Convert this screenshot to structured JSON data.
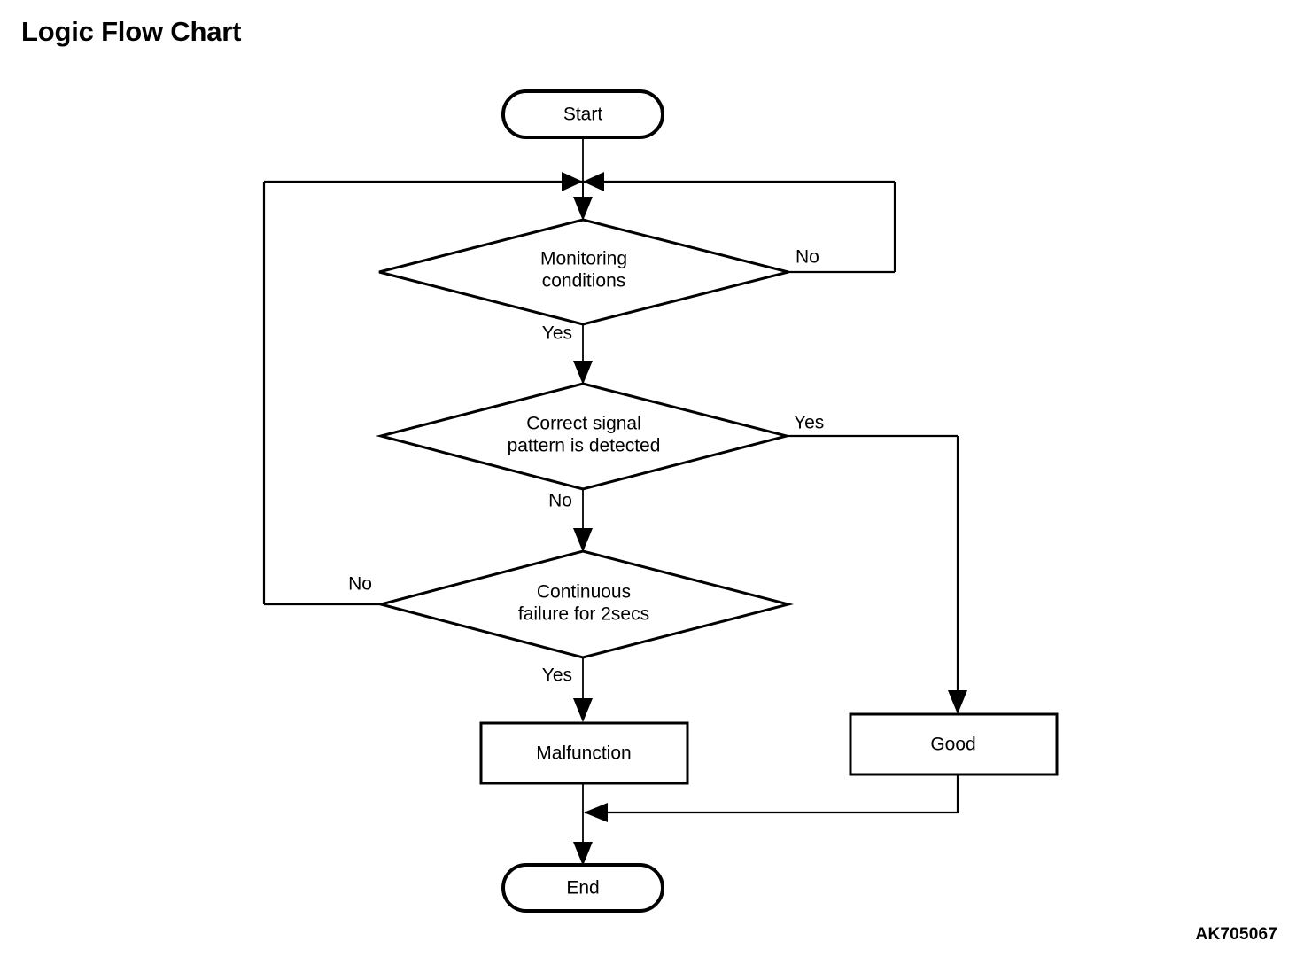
{
  "page": {
    "title": "Logic Flow Chart",
    "figure_code": "AK705067",
    "background_color": "#ffffff",
    "line_color": "#000000"
  },
  "chart_data": {
    "type": "diagram",
    "diagram_kind": "flowchart",
    "title": "Logic Flow Chart",
    "nodes": [
      {
        "id": "start",
        "shape": "terminator",
        "label": "Start"
      },
      {
        "id": "monitoring",
        "shape": "decision",
        "label": "Monitoring conditions",
        "line1": "Monitoring",
        "line2": "conditions"
      },
      {
        "id": "pattern",
        "shape": "decision",
        "label": "Correct signal pattern is detected",
        "line1": "Correct signal",
        "line2": "pattern is detected"
      },
      {
        "id": "continuous",
        "shape": "decision",
        "label": "Continuous failure for 2secs",
        "line1": "Continuous",
        "line2": "failure for 2secs"
      },
      {
        "id": "malfunction",
        "shape": "process",
        "label": "Malfunction"
      },
      {
        "id": "good",
        "shape": "process",
        "label": "Good"
      },
      {
        "id": "end",
        "shape": "terminator",
        "label": "End"
      }
    ],
    "edges": [
      {
        "from": "start",
        "to": "monitoring",
        "label": ""
      },
      {
        "from": "monitoring",
        "to": "monitoring",
        "label": "No",
        "direction": "right-loop-back"
      },
      {
        "from": "monitoring",
        "to": "pattern",
        "label": "Yes",
        "direction": "down"
      },
      {
        "from": "pattern",
        "to": "good",
        "label": "Yes",
        "direction": "right-then-down"
      },
      {
        "from": "pattern",
        "to": "continuous",
        "label": "No",
        "direction": "down"
      },
      {
        "from": "continuous",
        "to": "monitoring",
        "label": "No",
        "direction": "left-loop-back"
      },
      {
        "from": "continuous",
        "to": "malfunction",
        "label": "Yes",
        "direction": "down"
      },
      {
        "from": "malfunction",
        "to": "end",
        "label": "",
        "direction": "down"
      },
      {
        "from": "good",
        "to": "end",
        "label": "",
        "direction": "down-then-left"
      }
    ]
  },
  "labels": {
    "start": "Start",
    "end": "End",
    "malfunction": "Malfunction",
    "good": "Good",
    "monitoring_line1": "Monitoring",
    "monitoring_line2": "conditions",
    "pattern_line1": "Correct signal",
    "pattern_line2": "pattern is detected",
    "continuous_line1": "Continuous",
    "continuous_line2": "failure for 2secs",
    "yes_1": "Yes",
    "yes_2": "Yes",
    "yes_3": "Yes",
    "no_1": "No",
    "no_2": "No",
    "no_3": "No"
  }
}
